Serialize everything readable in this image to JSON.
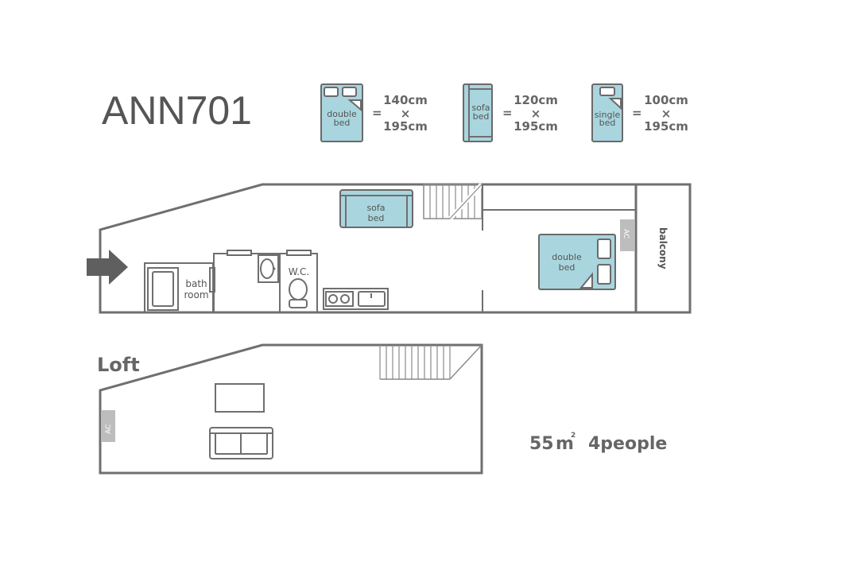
{
  "title": "ANN701",
  "legend": [
    {
      "bed": [
        "double",
        "bed"
      ],
      "width": "140cm",
      "times": "×",
      "length": "195cm",
      "eq": "="
    },
    {
      "bed": [
        "sofa",
        "bed"
      ],
      "width": "120cm",
      "times": "×",
      "length": "195cm",
      "eq": "="
    },
    {
      "bed": [
        "single",
        "bed"
      ],
      "width": "100cm",
      "times": "×",
      "length": "195cm",
      "eq": "="
    }
  ],
  "main_floor": {
    "sofa_bed": [
      "sofa",
      "bed"
    ],
    "double_bed": [
      "double",
      "bed"
    ],
    "bathroom": [
      "bath",
      "room"
    ],
    "wc": "W.C.",
    "ac": "AC",
    "balcony": "balcony"
  },
  "loft": {
    "label": "Loft",
    "ac": "AC"
  },
  "summary": {
    "area": "55",
    "unit": "m",
    "unit_sup": "2",
    "people": "4people"
  },
  "colors": {
    "bed_fill": "#a9d5de",
    "wall": "#6f6f6f",
    "ac_tag": "#bdbdbd"
  }
}
